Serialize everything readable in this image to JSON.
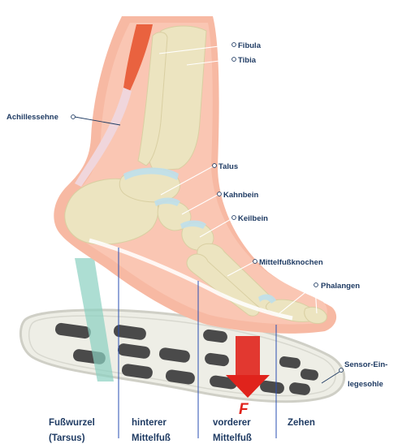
{
  "labels": {
    "fibula": "Fibula",
    "tibia": "Tibia",
    "achilles": "Achillessehne",
    "talus": "Talus",
    "kahnbein": "Kahnbein",
    "keilbein": "Keilbein",
    "mittelfussknochen": "Mittelfußknochen",
    "phalangen": "Phalangen",
    "sensor_line1": "Sensor-Ein-",
    "sensor_line2": "legesohle",
    "force": "F"
  },
  "regions": [
    {
      "line1": "Fußwurzel",
      "line2": "(Tarsus)"
    },
    {
      "line1": "hinterer",
      "line2": "Mittelfuß"
    },
    {
      "line1": "vorderer",
      "line2": "Mittelfuß"
    },
    {
      "line1": "Zehen",
      "line2": ""
    }
  ],
  "colors": {
    "skin": "#f7b9a3",
    "bone": "#ece4c0",
    "cartilage": "#bfe0ec",
    "muscle": "#e9623f",
    "tendon": "#f0d6dc",
    "sensor_pad": "#4a4a4a",
    "force_arrow": "#e0231c",
    "label_text": "#1f3b63",
    "divider": "#2a4fb3"
  }
}
